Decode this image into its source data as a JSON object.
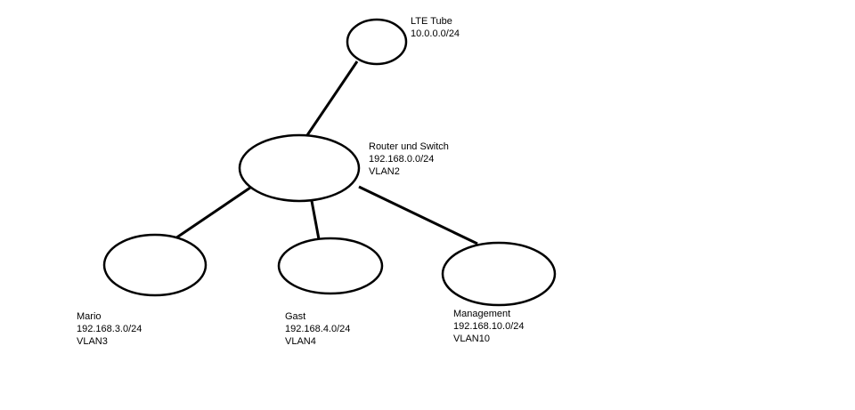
{
  "nodes": {
    "lte": {
      "name": "LTE Tube",
      "subnet": "10.0.0.0/24"
    },
    "router": {
      "name": "Router und Switch",
      "subnet": "192.168.0.0/24",
      "vlan": "VLAN2"
    },
    "mario": {
      "name": "Mario",
      "subnet": "192.168.3.0/24",
      "vlan": "VLAN3"
    },
    "gast": {
      "name": "Gast",
      "subnet": "192.168.4.0/24",
      "vlan": "VLAN4"
    },
    "management": {
      "name": "Management",
      "subnet": "192.168.10.0/24",
      "vlan": "VLAN10"
    }
  },
  "colors": {
    "stroke": "#000000",
    "background": "#ffffff",
    "text": "#000000"
  }
}
